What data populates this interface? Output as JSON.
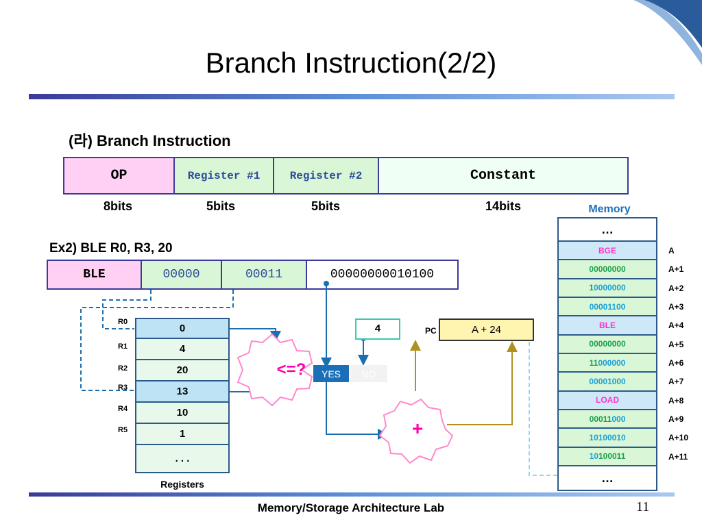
{
  "title": "Branch Instruction(2/2)",
  "section_title": "(라)  Branch Instruction",
  "format": {
    "fields": [
      {
        "label": "OP",
        "bits": "8bits",
        "color": "#ffd0f4"
      },
      {
        "label": "Register #1",
        "bits": "5bits",
        "color": "#d9f7d6"
      },
      {
        "label": "Register #2",
        "bits": "5bits",
        "color": "#d9f7d6"
      },
      {
        "label": "Constant",
        "bits": "14bits",
        "color": "#f0fff6"
      }
    ]
  },
  "example": {
    "label": "Ex2) BLE  R0, R3, 20",
    "cells": [
      "BLE",
      "00000",
      "00011",
      "00000000010100"
    ]
  },
  "registers": {
    "caption": "Registers",
    "rows": [
      {
        "name": "R0",
        "value": "0"
      },
      {
        "name": "R1",
        "value": "4"
      },
      {
        "name": "R2",
        "value": "20"
      },
      {
        "name": "R3",
        "value": "13"
      },
      {
        "name": "R4",
        "value": "10"
      },
      {
        "name": "R5",
        "value": "1"
      },
      {
        "name": "",
        "value": ". . ."
      }
    ]
  },
  "compare": {
    "label": "<=?",
    "yes": "YES",
    "no": "NO",
    "constant_box": "4"
  },
  "adder": {
    "label": "+"
  },
  "pc": {
    "label": "PC",
    "value": "A + 24"
  },
  "memory": {
    "title": "Memory",
    "top_ellipsis": "…",
    "bottom_ellipsis": "…",
    "rows": [
      {
        "addr": "A",
        "parts": [
          {
            "t": "BGE",
            "c": "pk"
          }
        ],
        "bg": "#cfe8f7"
      },
      {
        "addr": "A+1",
        "parts": [
          {
            "t": "00000000",
            "c": "g"
          }
        ],
        "bg": "#d9f7d6"
      },
      {
        "addr": "A+2",
        "parts": [
          {
            "t": "1",
            "c": "g"
          },
          {
            "t": "0000000",
            "c": "c"
          }
        ],
        "bg": "#d9f7d6"
      },
      {
        "addr": "A+3",
        "parts": [
          {
            "t": "00001100",
            "c": "c"
          }
        ],
        "bg": "#d9f7d6"
      },
      {
        "addr": "A+4",
        "parts": [
          {
            "t": "BLE",
            "c": "pk"
          }
        ],
        "bg": "#cfe8f7"
      },
      {
        "addr": "A+5",
        "parts": [
          {
            "t": "00000000",
            "c": "g"
          }
        ],
        "bg": "#d9f7d6"
      },
      {
        "addr": "A+6",
        "parts": [
          {
            "t": "11",
            "c": "g"
          },
          {
            "t": "000000",
            "c": "c"
          }
        ],
        "bg": "#d9f7d6"
      },
      {
        "addr": "A+7",
        "parts": [
          {
            "t": "00001000",
            "c": "c"
          }
        ],
        "bg": "#d9f7d6"
      },
      {
        "addr": "A+8",
        "parts": [
          {
            "t": "LOAD",
            "c": "pk"
          }
        ],
        "bg": "#cfe8f7"
      },
      {
        "addr": "A+9",
        "parts": [
          {
            "t": "00011",
            "c": "g"
          },
          {
            "t": "000",
            "c": "c"
          }
        ],
        "bg": "#d9f7d6"
      },
      {
        "addr": "A+10",
        "parts": [
          {
            "t": "10100010",
            "c": "c"
          }
        ],
        "bg": "#d9f7d6"
      },
      {
        "addr": "A+11",
        "parts": [
          {
            "t": "10",
            "c": "c"
          },
          {
            "t": "100011",
            "c": "g"
          }
        ],
        "bg": "#d9f7d6"
      }
    ]
  },
  "footer": {
    "lab": "Memory/Storage Architecture Lab",
    "page": "11"
  }
}
